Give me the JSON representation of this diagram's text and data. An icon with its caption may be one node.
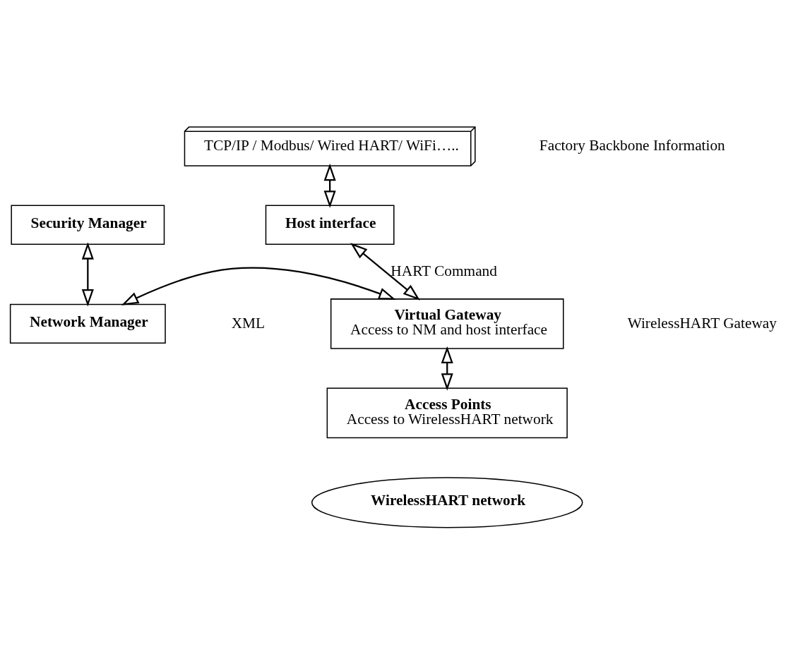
{
  "diagram": {
    "nodes": [
      {
        "text": [
          "TCP/IP / Modbus/ Wired HART/ WiFi….."
        ]
      },
      {
        "text": [
          "Host interface"
        ]
      },
      {
        "text": [
          "Security Manager"
        ]
      },
      {
        "text": [
          "Network Manager"
        ]
      },
      {
        "text": [
          "Virtual Gateway",
          "Access to NM and host interface"
        ]
      },
      {
        "text": [
          "Access Points",
          "Access to WirelessHART network"
        ]
      },
      {
        "text": [
          "WirelessHART network"
        ]
      }
    ],
    "edges": [
      {
        "from": 0,
        "to": 1,
        "arrow": "both"
      },
      {
        "from": 1,
        "to": 4,
        "arrow": "both",
        "label": "HART Command"
      },
      {
        "from": 2,
        "to": 3,
        "arrow": "both"
      },
      {
        "from": 3,
        "to": 4,
        "arrow": "both"
      },
      {
        "from": 4,
        "to": 5,
        "arrow": "both"
      }
    ],
    "labels": [
      "Factory Backbone Information",
      "XML",
      "WirelessHART Gateway"
    ]
  }
}
